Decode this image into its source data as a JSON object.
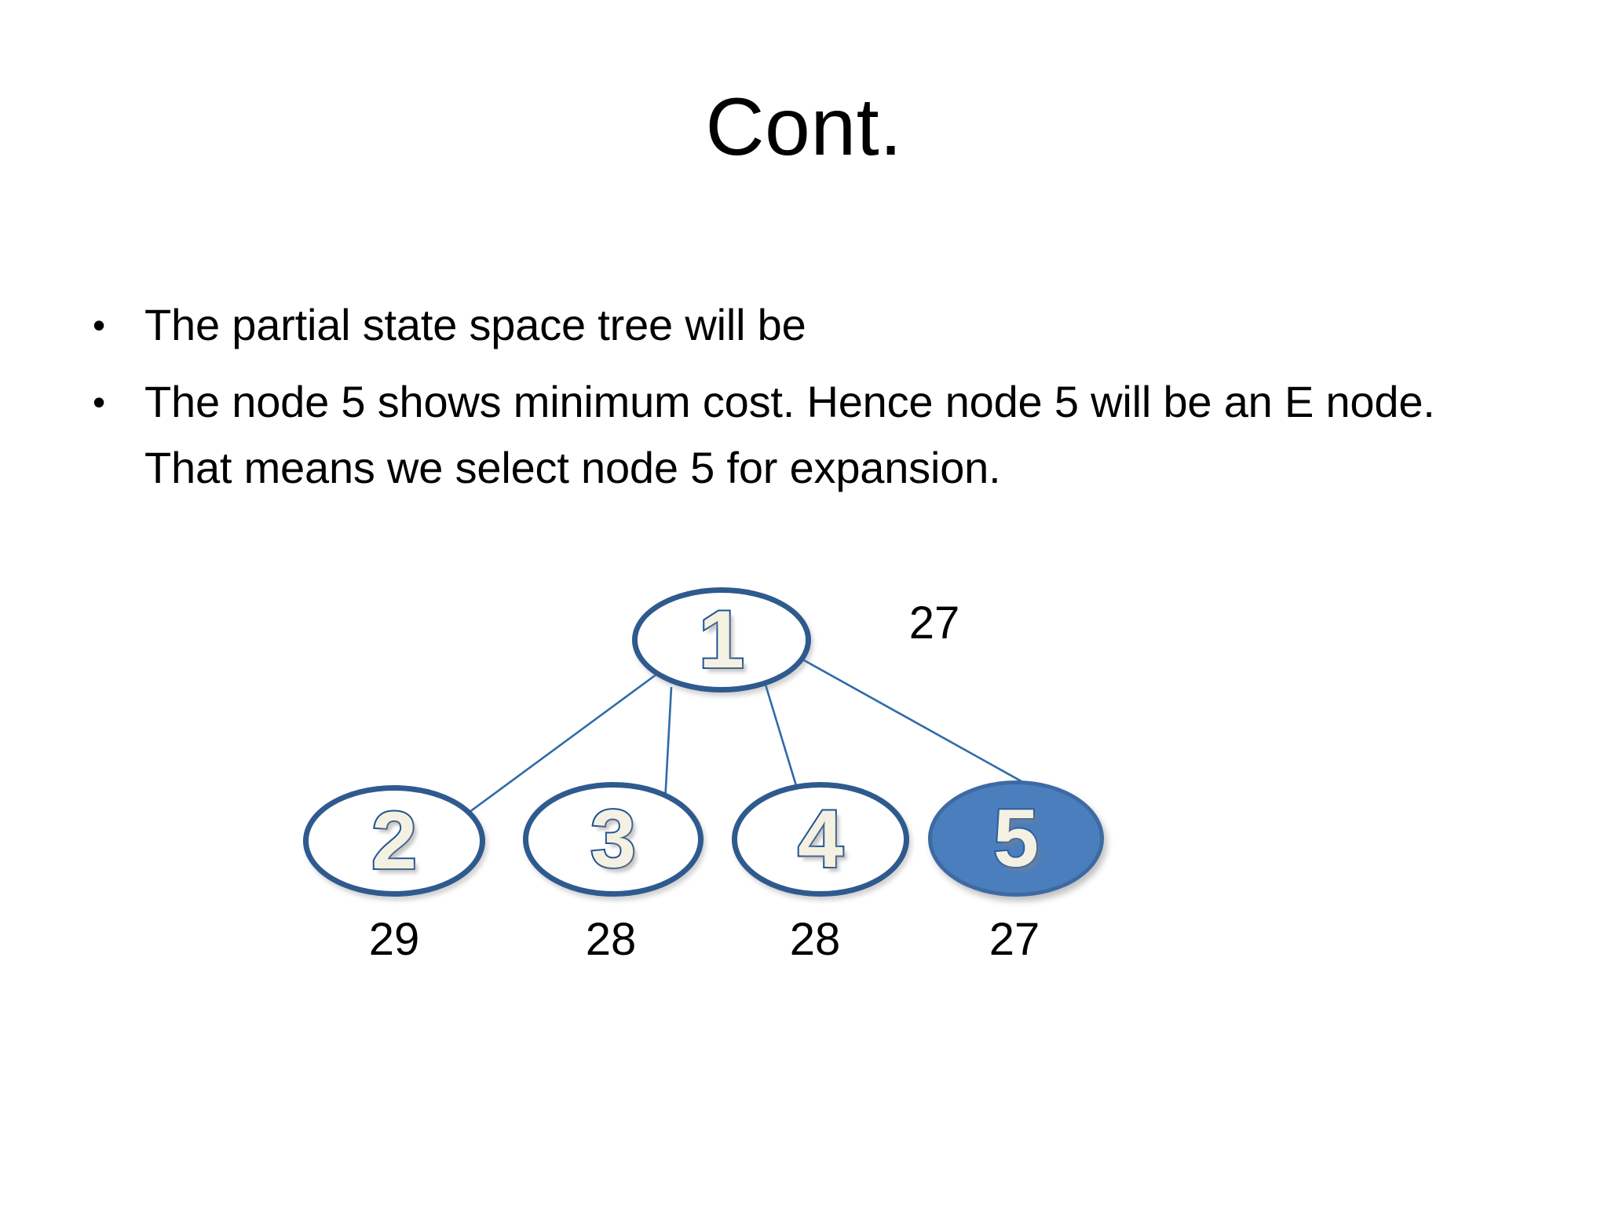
{
  "slide": {
    "title": "Cont.",
    "background_color": "#ffffff"
  },
  "bullets": [
    {
      "marker": "•",
      "text": "The partial state space tree will be"
    },
    {
      "marker": "•",
      "text": "The node 5 shows minimum cost. Hence node 5 will be an E node. That means we select node 5 for expansion."
    }
  ],
  "diagram": {
    "type": "tree",
    "caption": "partial state space tree",
    "colors": {
      "node_border": "#2e5a8e",
      "node_fill": "#ffffff",
      "highlight_fill": "#4a7ebd",
      "highlight_border": "#3d6aa3",
      "number_fill": "#f5f1e2",
      "number_outline": "#1f5293",
      "edge": "#2e6ba8",
      "cost_text": "#000000"
    },
    "nodes": [
      {
        "id": "1",
        "label": "1",
        "cost": "27",
        "highlighted": false,
        "level": 0
      },
      {
        "id": "2",
        "label": "2",
        "cost": "29",
        "highlighted": false,
        "level": 1
      },
      {
        "id": "3",
        "label": "3",
        "cost": "28",
        "highlighted": false,
        "level": 1
      },
      {
        "id": "4",
        "label": "4",
        "cost": "28",
        "highlighted": false,
        "level": 1
      },
      {
        "id": "5",
        "label": "5",
        "cost": "27",
        "highlighted": true,
        "level": 1
      }
    ],
    "edges": [
      {
        "from": "1",
        "to": "2"
      },
      {
        "from": "1",
        "to": "3"
      },
      {
        "from": "1",
        "to": "4"
      },
      {
        "from": "1",
        "to": "5"
      }
    ]
  }
}
